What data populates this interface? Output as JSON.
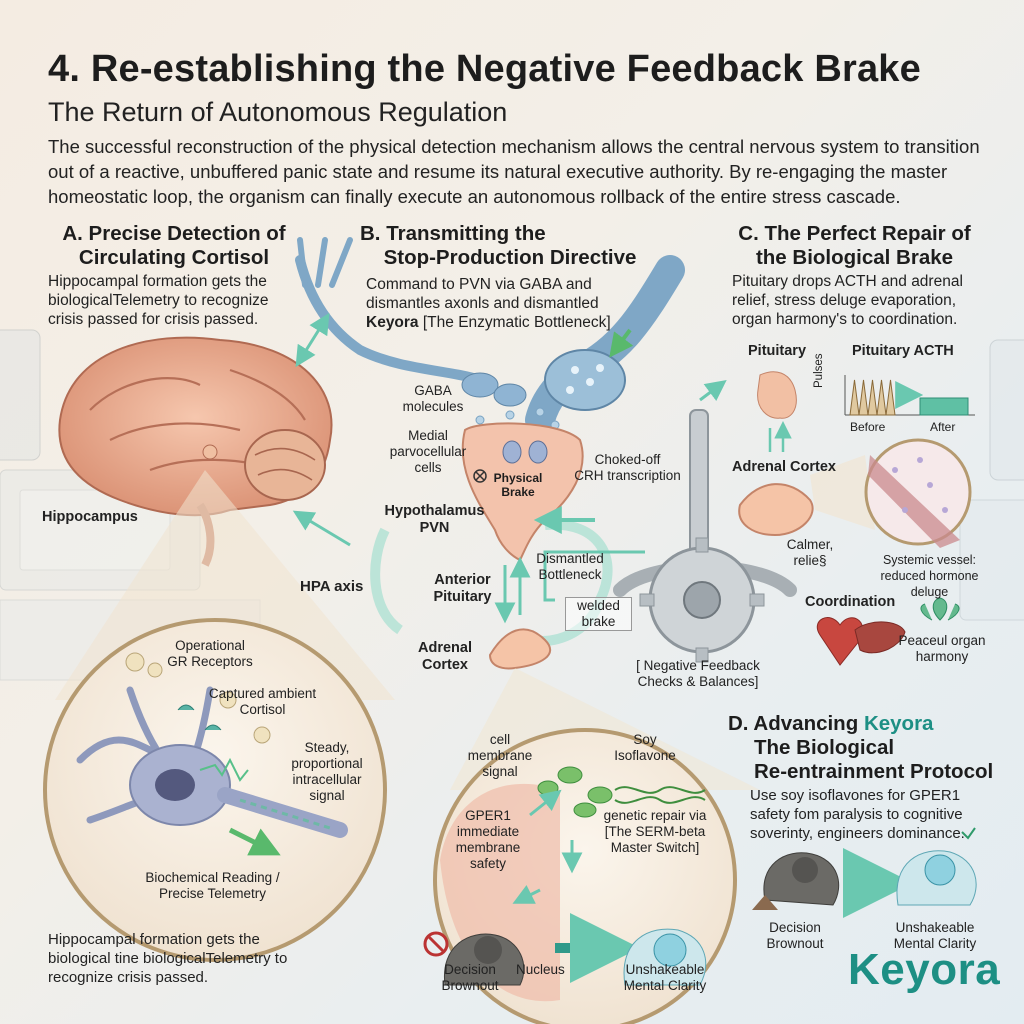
{
  "header": {
    "title": "4. Re-establishing the Negative Feedback Brake",
    "subtitle": "The Return of Autonomous Regulation",
    "intro": "The successful reconstruction of the physical detection mechanism allows the central nervous system to transition out of a reactive, unbuffered panic state and resume its natural executive authority. By re-engaging the master homeostatic loop, the organism can finally execute an autonomous rollback of the entire stress cascade."
  },
  "section_a": {
    "title_line1": "A. Precise Detection of",
    "title_line2": "Circulating Cortisol",
    "body": "Hippocampal formation gets the biologicalTelemetry to recognize crisis passed for crisis passed.",
    "hippocampus": "Hippocampus",
    "gr_receptors_1": "Operational",
    "gr_receptors_2": "GR Receptors",
    "captured_1": "Captured ambient",
    "captured_2": "Cortisol",
    "steady_1": "Steady,",
    "steady_2": "proportional",
    "steady_3": "intracellular",
    "steady_4": "signal",
    "biochem_1": "Biochemical Reading /",
    "biochem_2": "Precise Telemetry",
    "footer": "Hippocampal formation gets the biological tine biologicalTelemetry to recognize crisis passed."
  },
  "section_b": {
    "title_line1": "B. Transmitting the",
    "title_line2": "Stop-Production Directive",
    "body_line1": "Command to PVN via GABA and",
    "body_line2": "dismantles axonls and dismantled",
    "body_bold": "Keyora",
    "body_tail": " [The Enzymatic Bottleneck]",
    "gaba_1": "GABA",
    "gaba_2": "molecules",
    "medial_1": "Medial",
    "medial_2": "parvocellular",
    "medial_3": "cells",
    "physical_brake_1": "Physical",
    "physical_brake_2": "Brake",
    "choked_1": "Choked-off",
    "choked_2": "CRH transcription",
    "hypothalamus_1": "Hypothalamus",
    "hypothalamus_2": "PVN",
    "dismantled_1": "Dismantled",
    "dismantled_2": "Bottleneck",
    "hpa": "HPA axis",
    "anterior_1": "Anterior",
    "anterior_2": "Pituitary",
    "welded_1": "welded",
    "welded_2": "brake",
    "adrenal_1": "Adrenal",
    "adrenal_2": "Cortex",
    "nf_1": "[ Negative Feedback",
    "nf_2": "Checks & Balances]",
    "cell_membrane_1": "cell",
    "cell_membrane_2": "membrane",
    "cell_membrane_3": "signal",
    "soy_1": "Soy",
    "soy_2": "Isoflavone",
    "gper1_1": "GPER1",
    "gper1_2": "immediate",
    "gper1_3": "membrane",
    "gper1_4": "safety",
    "genetic_1": "genetic repair via",
    "genetic_2": "[The SERM-beta",
    "genetic_3": "Master Switch]",
    "decision_1": "Decision",
    "decision_2": "Brownout",
    "nucleus": "Nucleus",
    "clarity_1": "Unshakeable",
    "clarity_2": "Mental Clarity"
  },
  "section_c": {
    "title_line1": "C. The Perfect Repair of",
    "title_line2": "the Biological Brake",
    "body": "Pituitary drops ACTH and adrenal relief, stress deluge evaporation, organ harmony's to coordination.",
    "pituitary": "Pituitary",
    "pituitary_acth": "Pituitary ACTH",
    "pulses": "Pulses",
    "before": "Before",
    "after": "After",
    "adrenal_cortex": "Adrenal Cortex",
    "calmer_1": "Calmer,",
    "calmer_2": "relie§",
    "vessel_1": "Systemic vessel:",
    "vessel_2": "reduced hormone deluge",
    "coordination": "Coordination",
    "peace_1": "Peaceul organ",
    "peace_2": "harmony"
  },
  "section_d": {
    "title_prefix": "D. Advancing ",
    "title_logo": "Keyora",
    "title_line2": "The Biological",
    "title_line3": "Re-entrainment Protocol",
    "body": "Use soy isoflavones for GPER1 safety fom paralysis to cognitive soverinty, engineers dominance.",
    "decision_1": "Decision",
    "decision_2": "Brownout",
    "clarity_1": "Unshakeable",
    "clarity_2": "Mental Clarity"
  },
  "brand": {
    "logo": "Keyora"
  },
  "colors": {
    "teal": "#1d8f84",
    "arrow_green": "#62c4a8",
    "brain": "#e3a58a",
    "neuron_lilac": "#9aa4c6"
  }
}
